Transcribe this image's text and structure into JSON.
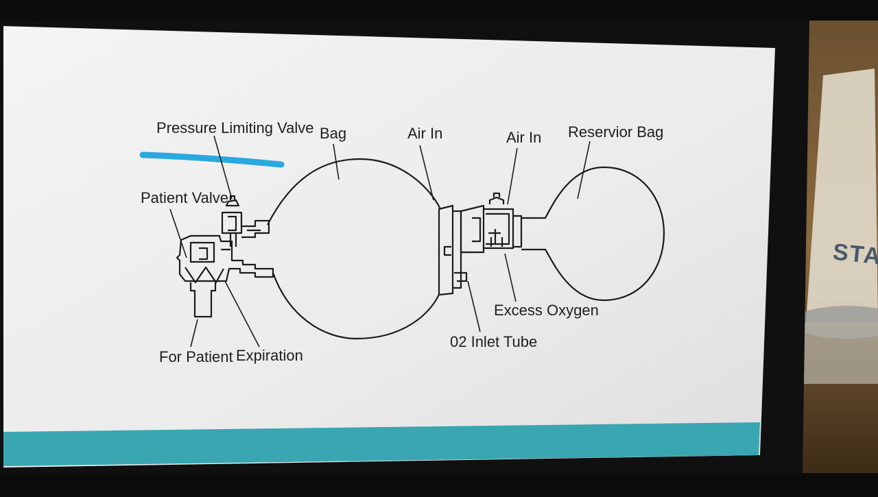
{
  "labels": {
    "pressure_limiting_valve": "Pressure Limiting Valve",
    "bag": "Bag",
    "air_in_left": "Air In",
    "air_in_right": "Air In",
    "reservoir_bag": "Reservior Bag",
    "patient_valve": "Patient Valve",
    "excess_oxygen": "Excess Oxygen",
    "o2_inlet_tube": "02 Inlet Tube",
    "for_patient": "For Patient",
    "expiration": "Expiration"
  },
  "background_sign": {
    "text": "STA"
  },
  "colors": {
    "highlight": "#29a9e0",
    "footer_band": "#3aa6b2",
    "slide_bg": "#ececec",
    "line": "#1b1b1b"
  }
}
